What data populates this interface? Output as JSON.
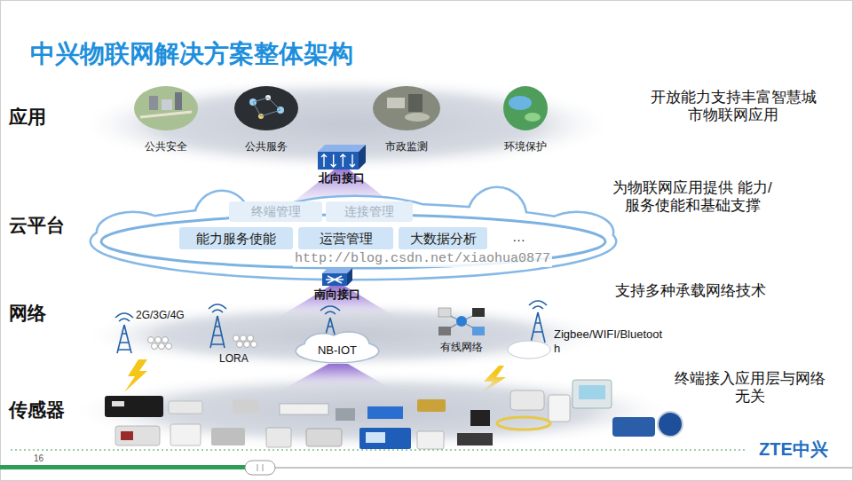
{
  "diagram": {
    "title": "中兴物联网解决方案整体架构",
    "nodes": [
      {
        "text": [
          "北向接口"
        ]
      },
      {
        "text": [
          "终端管理"
        ]
      },
      {
        "text": [
          "连接管理"
        ]
      },
      {
        "text": [
          "能力服务使能"
        ]
      },
      {
        "text": [
          "运营管理"
        ]
      },
      {
        "text": [
          "大数据分析"
        ]
      },
      {
        "text": [
          "南向接口"
        ]
      },
      {
        "text": [
          "NB-IOT"
        ]
      }
    ],
    "labels": [
      "应用",
      "云平台",
      "网络",
      "传感器",
      "公共安全",
      "公共服务",
      "市政监测",
      "环境保护",
      "开放能力支持丰富智慧城 市物联网应用",
      "为物联网应用提供 能力/服务使能和基础支撑",
      "…",
      "http://blog.csdn.net/xiaohua0877",
      "支持多种承载网络技术",
      "2G/3G/4G",
      "LORA",
      "有线网络",
      "Zigbee/WIFI/Bluetooth",
      "终端接入应用层与网络 无关",
      "16",
      "ZTE中兴"
    ]
  }
}
